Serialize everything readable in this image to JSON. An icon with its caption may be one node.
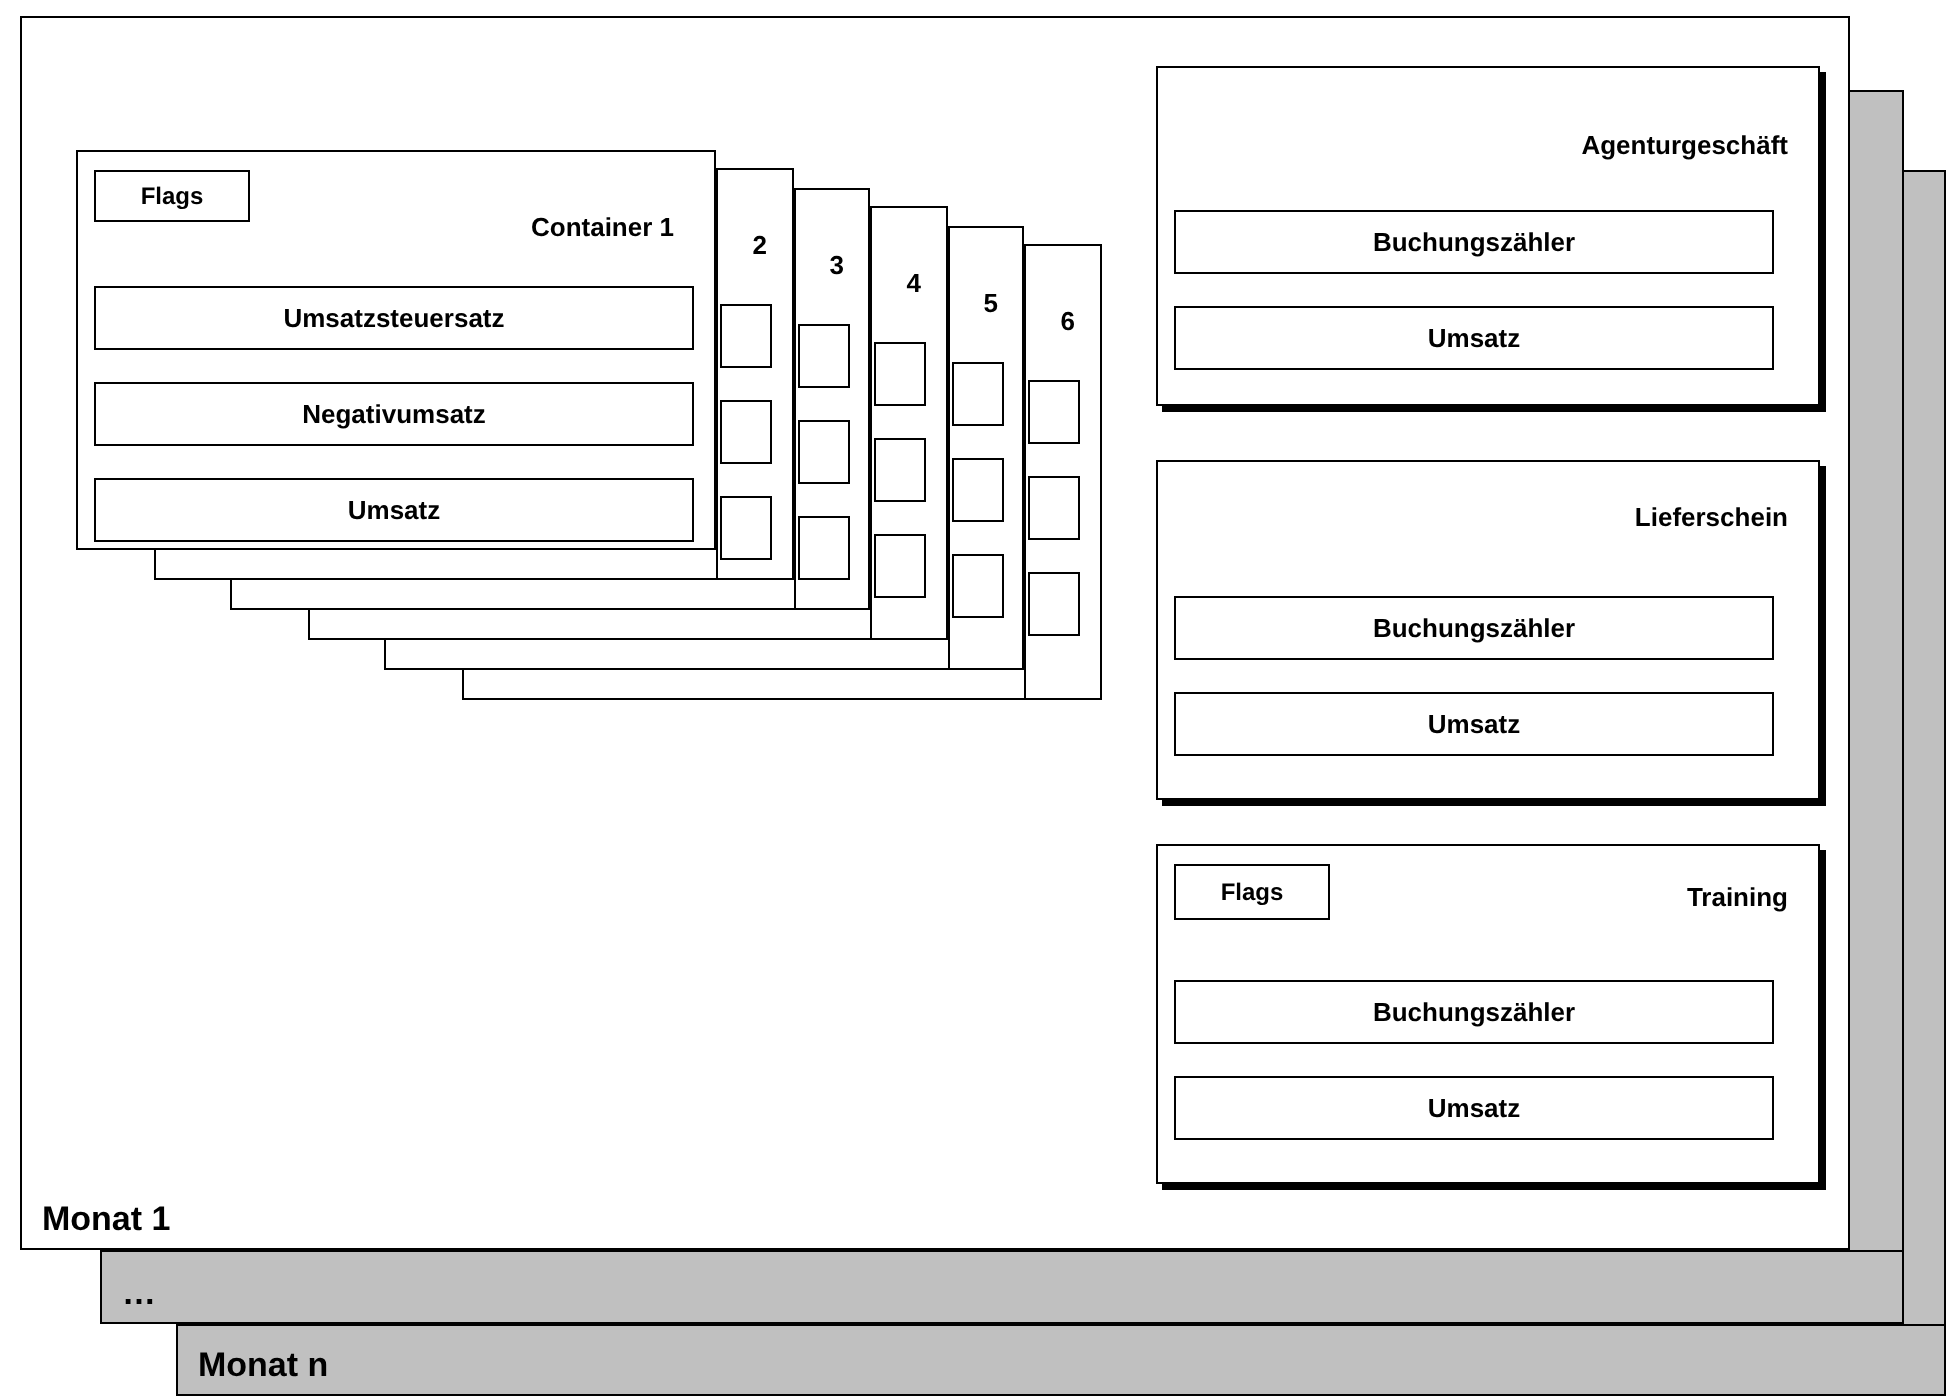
{
  "diagram": {
    "nodes": [
      {
        "text": [
          "Monat 1"
        ]
      },
      {
        "text": [
          "Container 1"
        ],
        "in": 0
      },
      {
        "text": [
          "Flags"
        ],
        "in": 1
      },
      {
        "text": [
          "Umsatzsteuersatz"
        ],
        "in": 1
      },
      {
        "text": [
          "Negativumsatz"
        ],
        "in": 1
      },
      {
        "text": [
          "Umsatz"
        ],
        "in": 1
      },
      {
        "text": [
          "2"
        ],
        "in": 0
      },
      {
        "text": [],
        "shape": "box",
        "in": 6
      },
      {
        "text": [],
        "shape": "box",
        "in": 6
      },
      {
        "text": [],
        "shape": "box",
        "in": 6
      },
      {
        "text": [
          "3"
        ],
        "in": 0
      },
      {
        "text": [],
        "shape": "box",
        "in": 10
      },
      {
        "text": [],
        "shape": "box",
        "in": 10
      },
      {
        "text": [],
        "shape": "box",
        "in": 10
      },
      {
        "text": [
          "4"
        ],
        "in": 0
      },
      {
        "text": [],
        "shape": "box",
        "in": 14
      },
      {
        "text": [],
        "shape": "box",
        "in": 14
      },
      {
        "text": [],
        "shape": "box",
        "in": 14
      },
      {
        "text": [
          "5"
        ],
        "in": 0
      },
      {
        "text": [],
        "shape": "box",
        "in": 18
      },
      {
        "text": [],
        "shape": "box",
        "in": 18
      },
      {
        "text": [],
        "shape": "box",
        "in": 18
      },
      {
        "text": [
          "6"
        ],
        "in": 0
      },
      {
        "text": [],
        "shape": "box",
        "in": 22
      },
      {
        "text": [],
        "shape": "box",
        "in": 22
      },
      {
        "text": [],
        "shape": "box",
        "in": 22
      },
      {
        "text": [
          "Agenturgeschäft"
        ],
        "in": 0
      },
      {
        "text": [
          "Buchungszähler"
        ],
        "in": 26
      },
      {
        "text": [
          "Umsatz"
        ],
        "in": 26
      },
      {
        "text": [
          "Lieferschein"
        ],
        "in": 0
      },
      {
        "text": [
          "Buchungszähler"
        ],
        "in": 29
      },
      {
        "text": [
          "Umsatz"
        ],
        "in": 29
      },
      {
        "text": [
          "Training"
        ],
        "in": 0
      },
      {
        "text": [
          "Flags"
        ],
        "in": 32
      },
      {
        "text": [
          "Buchungszähler"
        ],
        "in": 32
      },
      {
        "text": [
          "Umsatz"
        ],
        "in": 32
      },
      {
        "text": [
          "…"
        ]
      },
      {
        "text": [
          "Monat n"
        ]
      }
    ],
    "edges": []
  }
}
